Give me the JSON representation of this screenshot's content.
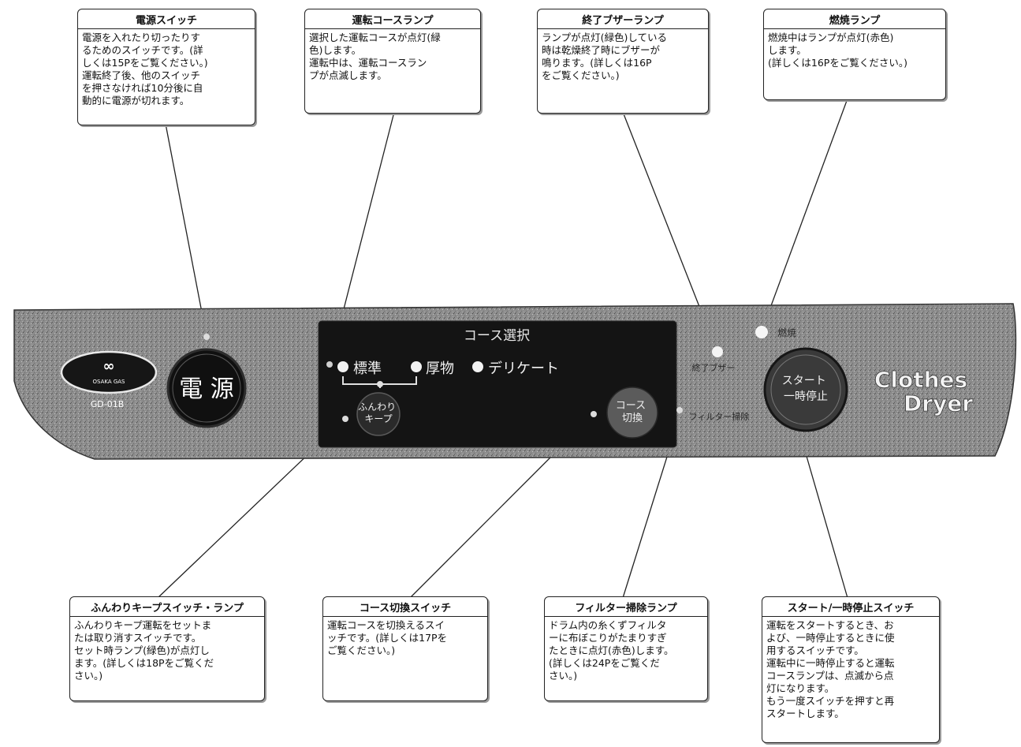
{
  "callouts": {
    "power": {
      "title": "電源スイッチ",
      "body": "電源を入れたり切ったりす\nるためのスイッチです。(詳\nしくは15Pをご覧ください。)\n運転終了後、他のスイッチ\nを押さなければ10分後に自\n動的に電源が切れます。"
    },
    "course_lamp": {
      "title": "運転コースランプ",
      "body": "選択した運転コースが点灯(緑\n色)します。\n運転中は、運転コースラン\nプが点滅します。"
    },
    "buzzer_lamp": {
      "title": "終了ブザーランプ",
      "body": "ランプが点灯(緑色)している\n時は乾燥終了時にブザーが\n鳴ります。(詳しくは16P\nをご覧ください。)"
    },
    "burn_lamp": {
      "title": "燃焼ランプ",
      "body": "燃焼中はランプが点灯(赤色)\nします。\n(詳しくは16Pをご覧ください。)"
    },
    "keep_switch": {
      "title": "ふんわりキープスイッチ・ランプ",
      "body": "ふんわりキープ運転をセットま\nたは取り消すスイッチです。\nセット時ランプ(緑色)が点灯し\nます。(詳しくは18Pをご覧くだ\nさい。)"
    },
    "course_switch": {
      "title": "コース切換スイッチ",
      "body": "運転コースを切換えるスイ\nッチです。(詳しくは17Pを\nご覧ください。)"
    },
    "filter_lamp": {
      "title": "フィルター掃除ランプ",
      "body": "ドラム内の糸くずフィルタ\nーに布ぼこりがたまりすぎ\nたときに点灯(赤色)します。\n(詳しくは24Pをご覧くだ\nさい。)"
    },
    "start_switch": {
      "title": "スタート/一時停止スイッチ",
      "body": "運転をスタートするとき、お\nよび、一時停止するときに使\n用するスイッチです。\n運転中に一時停止すると運転\nコースランプは、点滅から点\n灯になります。\nもう一度スイッチを押すと再\nスタートします。"
    }
  },
  "panel": {
    "logo_mark": "∞",
    "logo_brand": "OSAKA GAS",
    "model": "GD-01B",
    "power_button": "電 源",
    "course_heading": "コース選択",
    "course_standard": "標準",
    "course_thick": "厚物",
    "course_delicate": "デリケート",
    "keep_button": "ふんわり\nキープ",
    "course_button": "コース\n切換",
    "buzzer_label": "終了ブザー",
    "filter_label": "フィルター掃除",
    "burn_label": "燃焼",
    "start_button": "スタート\n一時停止",
    "brand_line1": "Clothes",
    "brand_line2": "Dryer"
  },
  "colors": {
    "panel_fill": "#8a8a8a",
    "window_fill": "#151515",
    "ink": "#111111"
  }
}
